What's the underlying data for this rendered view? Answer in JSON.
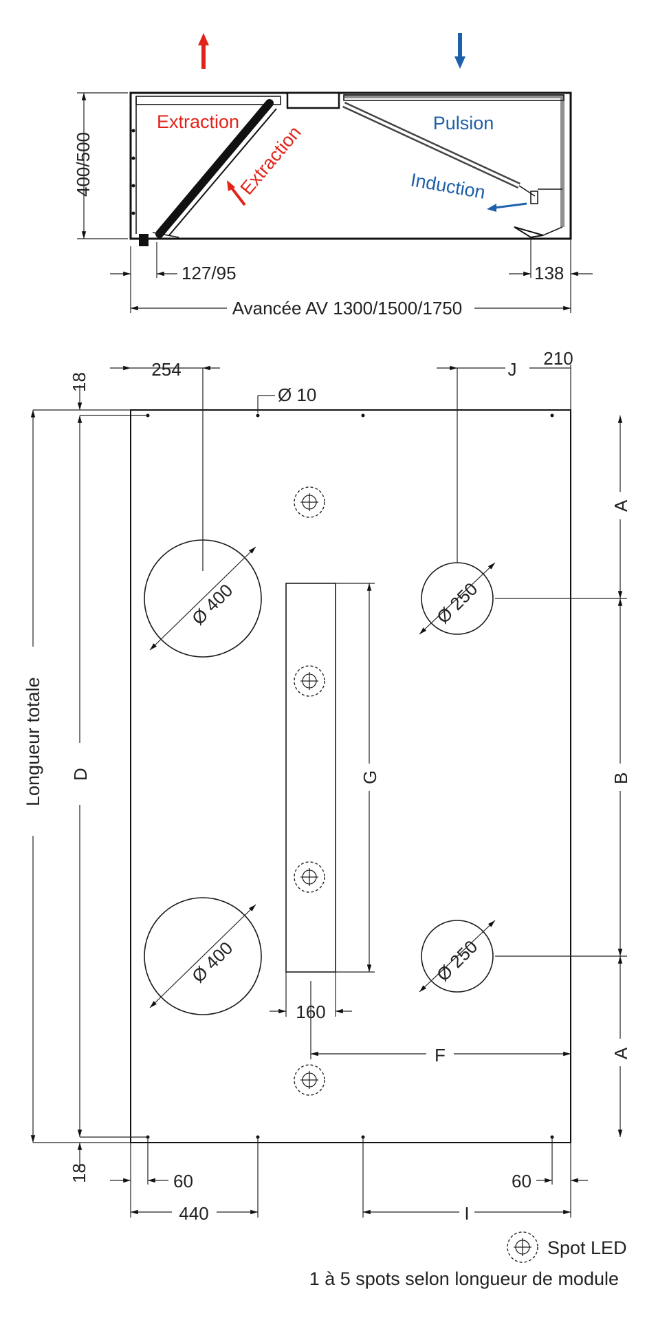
{
  "side_view": {
    "label_extraction_top": "Extraction",
    "label_extraction_diag": "Extraction",
    "label_pulsion": "Pulsion",
    "label_induction": "Induction",
    "dim_height": "400/500",
    "dim_left": "127/95",
    "dim_right": "138",
    "dim_depth": "Avancée AV 1300/1500/1750",
    "colors": {
      "extraction": "#e2231a",
      "pulsion": "#1d5fa8"
    }
  },
  "plan_view": {
    "dim_254": "254",
    "dim_j": "J",
    "dim_210": "210",
    "dim_hole": "Ø 10",
    "dim_18_top": "18",
    "dim_18_bottom": "18",
    "dim_a_top": "A",
    "dim_b": "B",
    "dim_a_bottom": "A",
    "dim_d": "D",
    "dim_g": "G",
    "dim_f": "F",
    "dim_160": "160",
    "dim_60_left": "60",
    "dim_60_right": "60",
    "dim_440": "440",
    "dim_i": "I",
    "label_total_length": "Longueur totale",
    "circle_400_top": "Ø 400",
    "circle_400_bottom": "Ø 400",
    "circle_250_top": "Ø 250",
    "circle_250_bottom": "Ø 250"
  },
  "legend": {
    "spot_label": "Spot LED",
    "spot_note": "1 à 5 spots selon longueur de module",
    "icon": "spot-led-icon"
  }
}
